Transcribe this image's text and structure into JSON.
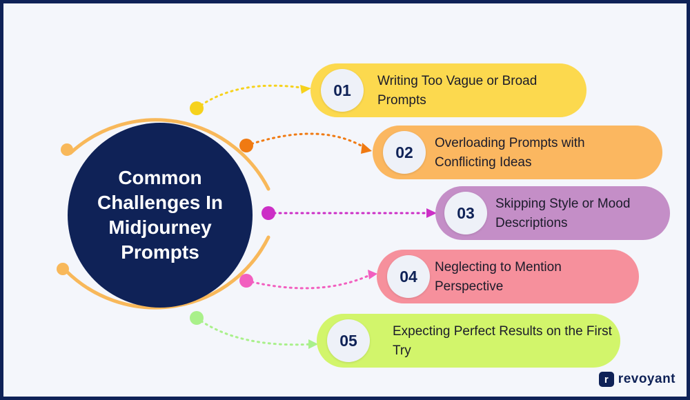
{
  "title": "Common Challenges In Midjourney Prompts",
  "items": [
    {
      "number": "01",
      "text": "Writing Too Vague or Broad Prompts",
      "color": "#fcd94e",
      "dot": "#f6d21c"
    },
    {
      "number": "02",
      "text": "Overloading Prompts with Conflicting Ideas",
      "color": "#fbb760",
      "dot": "#f07a12"
    },
    {
      "number": "03",
      "text": "Skipping Style or Mood Descriptions",
      "color": "#c48ec7",
      "dot": "#cc2fc6"
    },
    {
      "number": "04",
      "text": "Neglecting to Mention Perspective",
      "color": "#f6909c",
      "dot": "#f25fbf"
    },
    {
      "number": "05",
      "text": "Expecting Perfect Results on the First Try",
      "color": "#d2f56b",
      "dot": "#a9f08a"
    }
  ],
  "brand": {
    "mark": "r",
    "name": "revoyant"
  },
  "colors": {
    "navy": "#0f2257",
    "ring": "#f8b85a",
    "background": "#f4f6fb"
  }
}
